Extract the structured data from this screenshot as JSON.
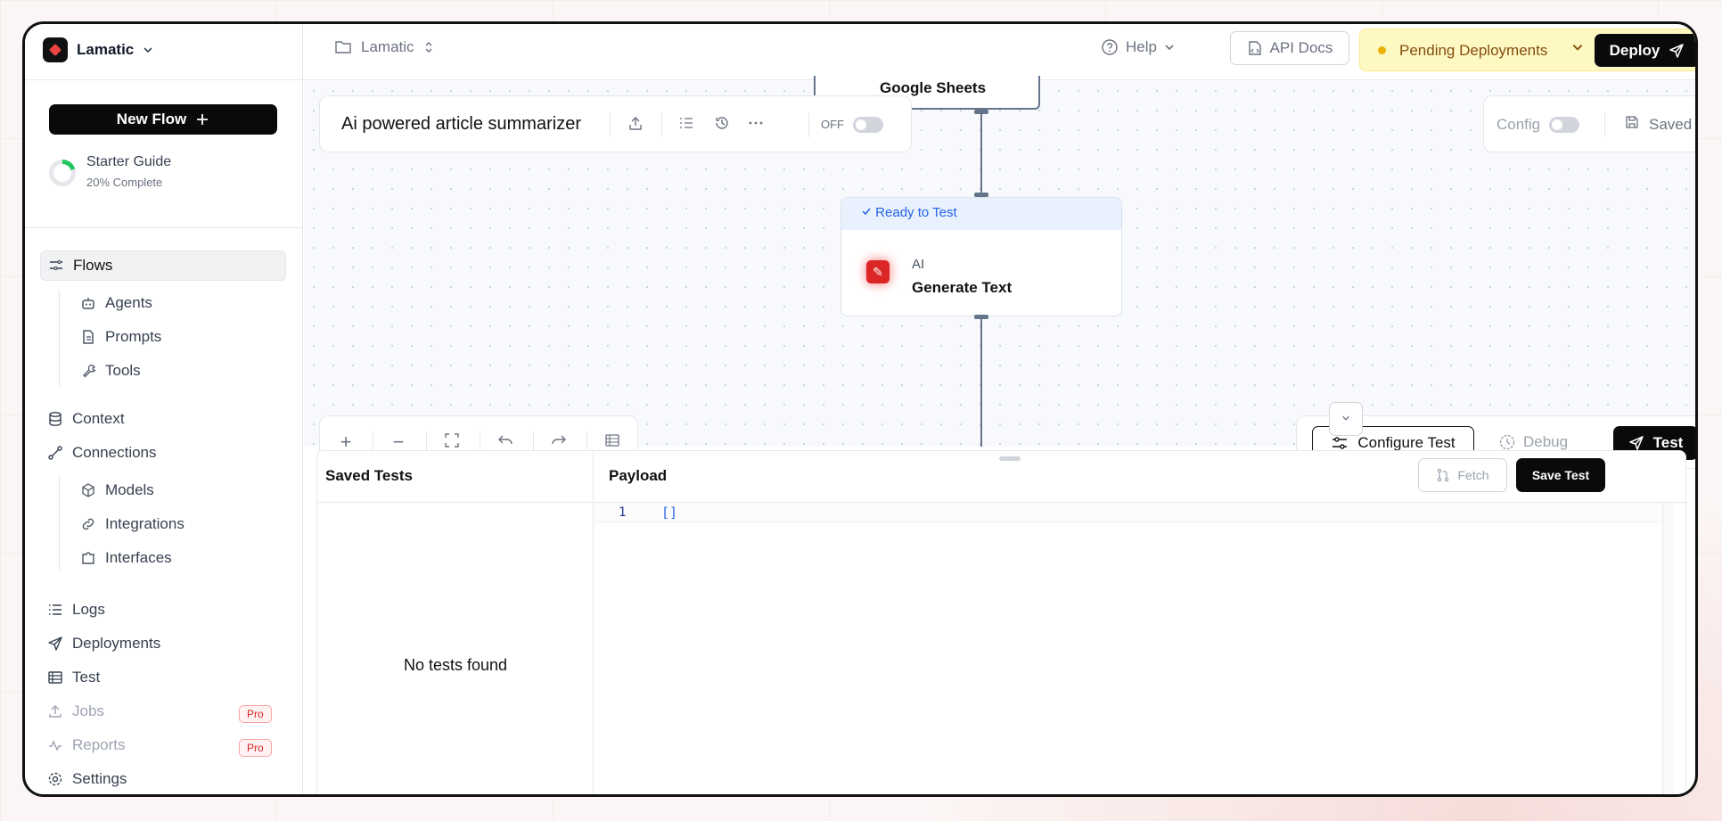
{
  "app": {
    "brand": "Lamatic",
    "project": "Lamatic"
  },
  "sidebar": {
    "new_flow": "New Flow",
    "starter_guide": {
      "title": "Starter Guide",
      "progress_text": "20% Complete",
      "progress": 0.2
    },
    "items": [
      {
        "label": "Flows",
        "icon": "flows-icon"
      },
      {
        "label": "Agents",
        "icon": "bot-icon"
      },
      {
        "label": "Prompts",
        "icon": "document-icon"
      },
      {
        "label": "Tools",
        "icon": "wrench-icon"
      },
      {
        "label": "Context",
        "icon": "database-icon"
      },
      {
        "label": "Connections",
        "icon": "connections-icon"
      },
      {
        "label": "Models",
        "icon": "cube-icon"
      },
      {
        "label": "Integrations",
        "icon": "link-icon"
      },
      {
        "label": "Interfaces",
        "icon": "puzzle-icon"
      },
      {
        "label": "Logs",
        "icon": "list-icon"
      },
      {
        "label": "Deployments",
        "icon": "send-icon"
      },
      {
        "label": "Test",
        "icon": "table-icon"
      },
      {
        "label": "Jobs",
        "icon": "upload-icon",
        "badge": "Pro"
      },
      {
        "label": "Reports",
        "icon": "activity-icon",
        "badge": "Pro"
      },
      {
        "label": "Settings",
        "icon": "gear-icon"
      }
    ]
  },
  "topbar": {
    "help": "Help",
    "api_docs": "API Docs",
    "pending": "Pending Deployments",
    "deploy": "Deploy"
  },
  "canvas": {
    "flow_title": "Ai powered article summarizer",
    "off_label": "OFF",
    "config_label": "Config",
    "saved_label": "Saved",
    "top_node_label": "Google Sheets",
    "node": {
      "status": "Ready to Test",
      "type": "AI",
      "name": "Generate Text"
    },
    "configure_test": "Configure Test",
    "debug": "Debug",
    "test": "Test"
  },
  "panel": {
    "saved_tests": "Saved Tests",
    "payload": "Payload",
    "fetch": "Fetch",
    "save_test": "Save Test",
    "no_tests": "No tests found",
    "line_number": "1",
    "code": "[]"
  }
}
